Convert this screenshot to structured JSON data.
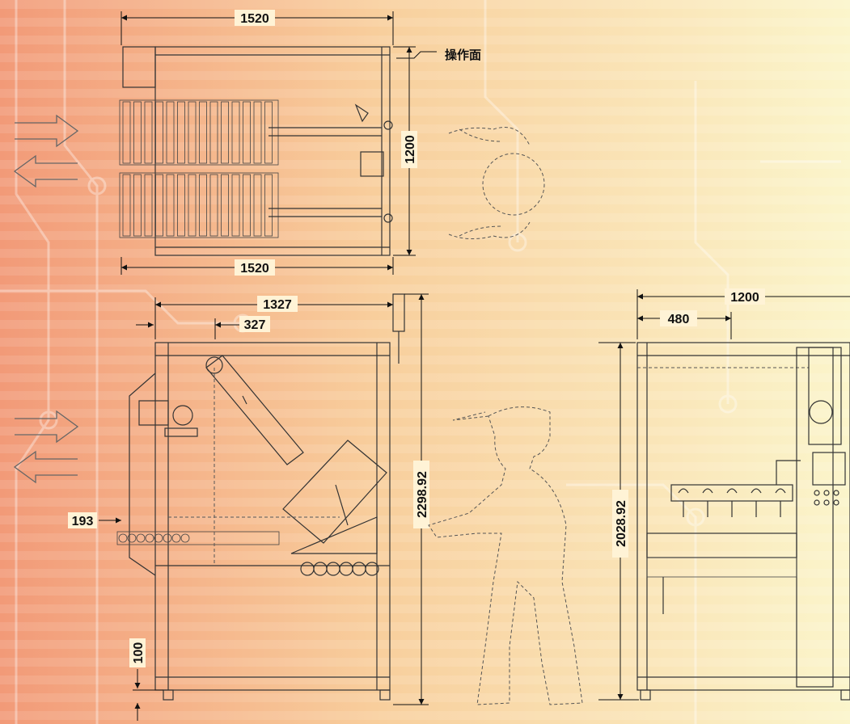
{
  "diagram": {
    "label_operation_side": "操作面",
    "dimensions": {
      "top_width_upper": "1520",
      "top_width_lower": "1520",
      "top_depth": "1200",
      "front_width": "1327",
      "front_offset": "327",
      "front_height": "2298.92",
      "front_left_offset": "193",
      "front_foot_height": "100",
      "side_width": "1200",
      "side_offset": "480",
      "side_height": "2028.92"
    }
  },
  "colors": {
    "bg_left": "#f3a079",
    "bg_mid": "#f8d7a3",
    "bg_right": "#fbf3c8",
    "line": "#333333"
  }
}
